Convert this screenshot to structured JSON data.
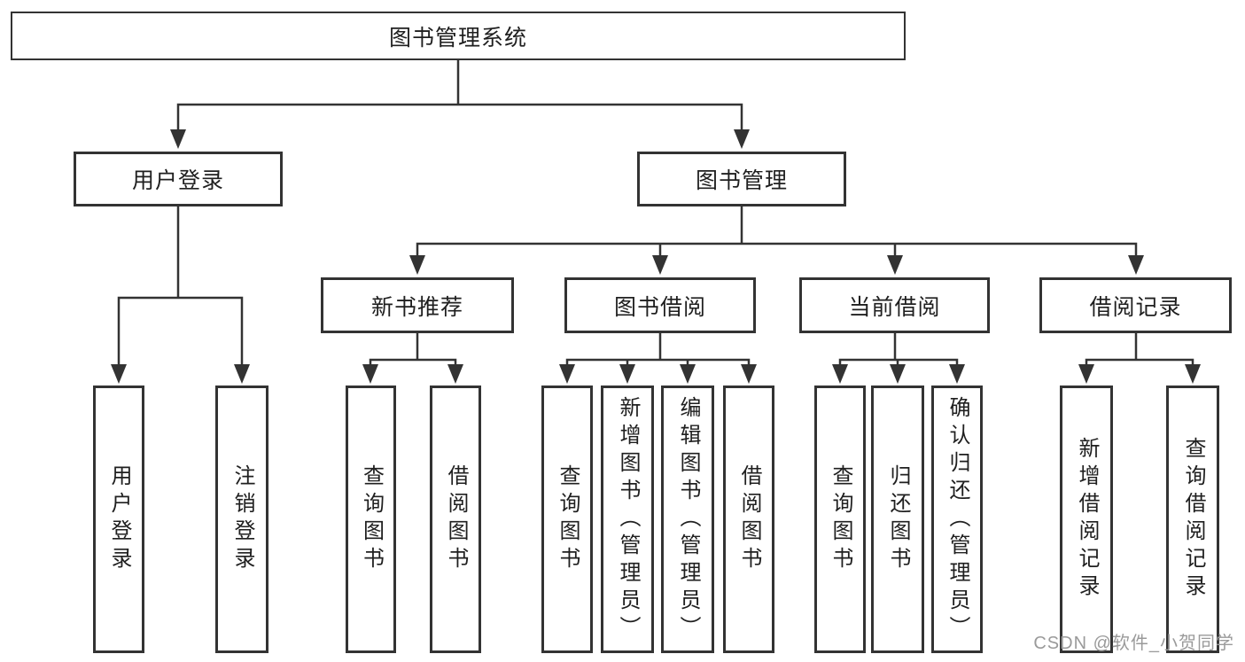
{
  "diagram": {
    "root": {
      "label": "图书管理系统"
    },
    "level2": [
      {
        "label": "用户登录"
      },
      {
        "label": "图书管理"
      }
    ],
    "level3": [
      {
        "label": "新书推荐"
      },
      {
        "label": "图书借阅"
      },
      {
        "label": "当前借阅"
      },
      {
        "label": "借阅记录"
      }
    ],
    "leaves": {
      "user": [
        {
          "label": "用户登录"
        },
        {
          "label": "注销登录"
        }
      ],
      "recommend": [
        {
          "label": "查询图书"
        },
        {
          "label": "借阅图书"
        }
      ],
      "borrow": [
        {
          "label": "查询图书"
        },
        {
          "label": "新增图书（管理员）"
        },
        {
          "label": "编辑图书（管理员）"
        },
        {
          "label": "借阅图书"
        }
      ],
      "current": [
        {
          "label": "查询图书"
        },
        {
          "label": "归还图书"
        },
        {
          "label": "确认归还（管理员）"
        }
      ],
      "records": [
        {
          "label": "新增借阅记录"
        },
        {
          "label": "查询借阅记录"
        }
      ]
    },
    "watermark": "CSDN @软件_小贺同学",
    "colors": {
      "line": "#333333",
      "text": "#1f1f1f",
      "watermark": "#9a9a9a",
      "background": "#ffffff"
    }
  }
}
